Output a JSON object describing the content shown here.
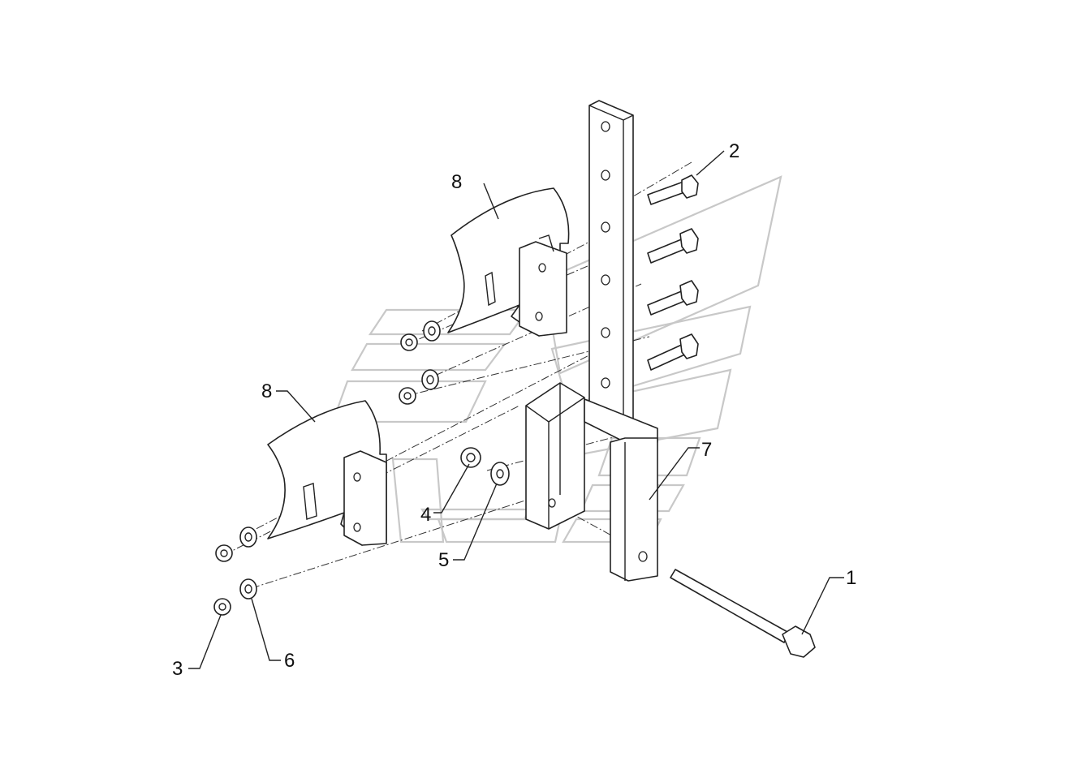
{
  "diagram": {
    "callouts": [
      {
        "id": "c1",
        "label": "1"
      },
      {
        "id": "c2",
        "label": "2"
      },
      {
        "id": "c3",
        "label": "3"
      },
      {
        "id": "c4",
        "label": "4"
      },
      {
        "id": "c5",
        "label": "5"
      },
      {
        "id": "c6",
        "label": "6"
      },
      {
        "id": "c7",
        "label": "7"
      },
      {
        "id": "c8a",
        "label": "8"
      },
      {
        "id": "c8b",
        "label": "8"
      }
    ]
  }
}
